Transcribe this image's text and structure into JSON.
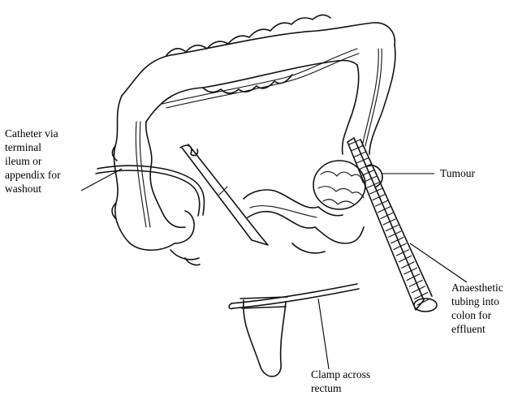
{
  "labels": {
    "catheter": "Catheter via\nterminal\nileum or\nappendix for\nwashout",
    "tumour": "Tumour",
    "tubing": "Anaesthetic\ntubing into\ncolon for\neffluent",
    "clamp": "Clamp across\nrectum"
  }
}
